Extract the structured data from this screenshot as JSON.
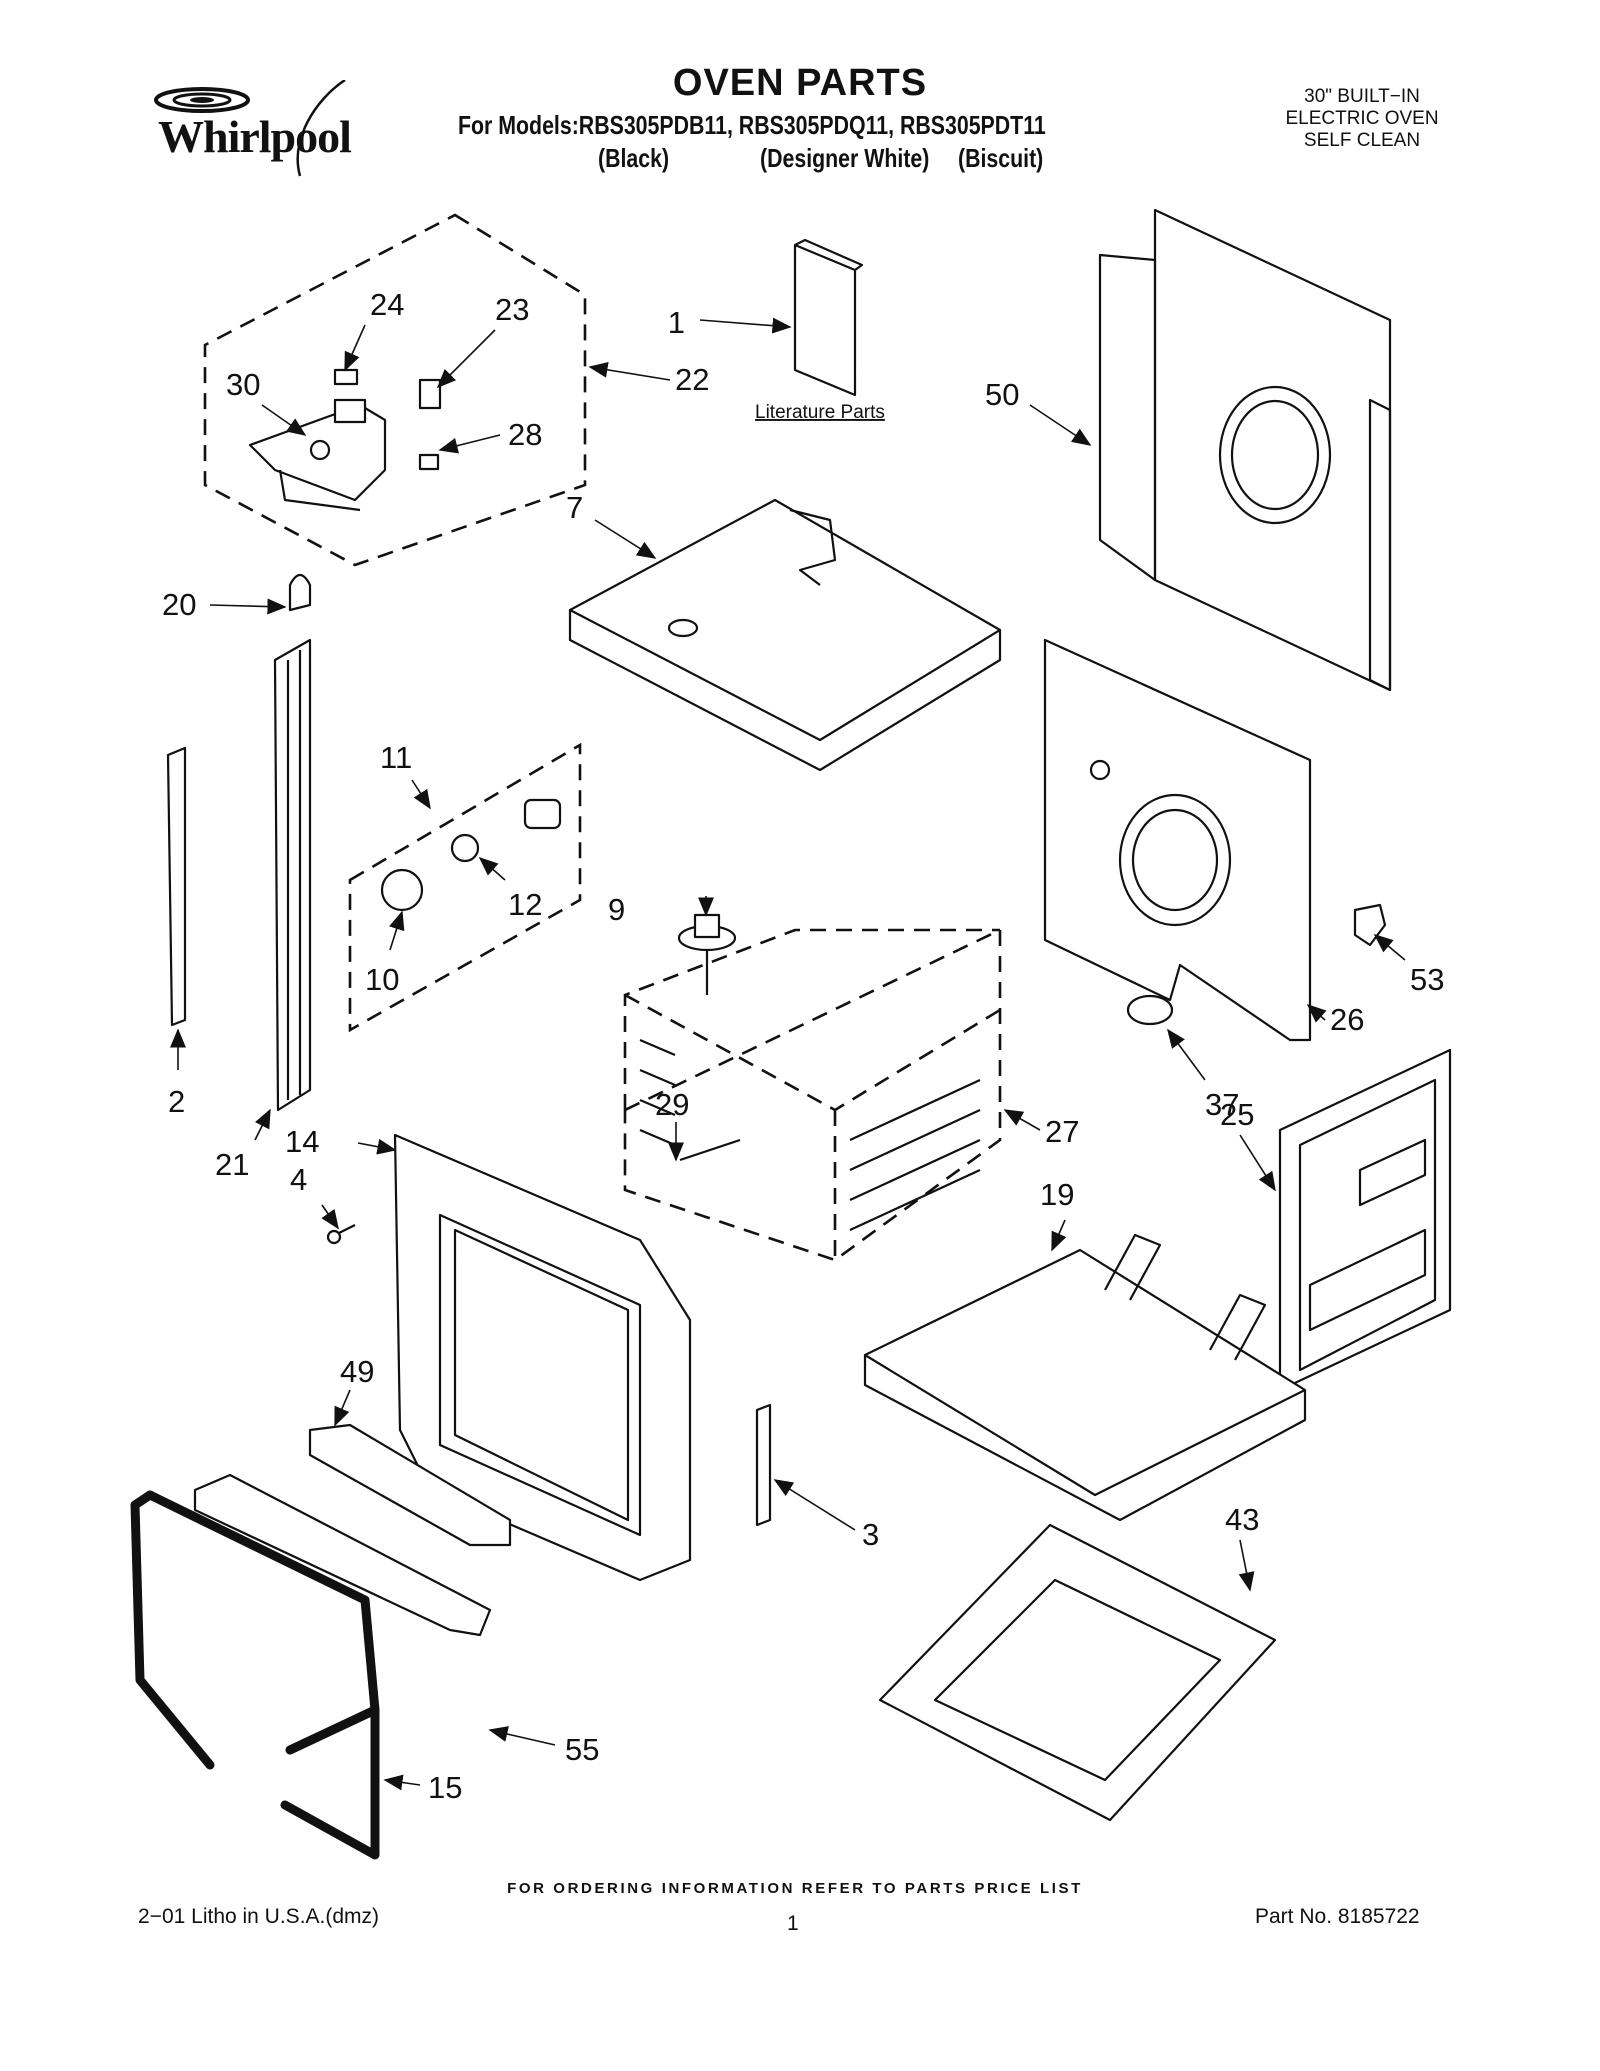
{
  "header": {
    "brand": "Whirlpool",
    "title": "OVEN PARTS",
    "models_line": "For Models:RBS305PDB11, RBS305PDQ11, RBS305PDT11",
    "variants": [
      "(Black)",
      "(Designer White)",
      "(Biscuit)"
    ],
    "spec_lines": [
      "30\" BUILT−IN",
      "ELECTRIC OVEN",
      "SELF CLEAN"
    ]
  },
  "literature_label": "Literature Parts",
  "callouts": [
    "1",
    "2",
    "3",
    "4",
    "7",
    "9",
    "10",
    "11",
    "12",
    "14",
    "15",
    "19",
    "20",
    "21",
    "22",
    "23",
    "24",
    "25",
    "26",
    "27",
    "28",
    "29",
    "30",
    "37",
    "43",
    "49",
    "50",
    "53",
    "55"
  ],
  "footer": {
    "ordering": "FOR ORDERING INFORMATION REFER TO PARTS PRICE LIST",
    "litho": "2−01 Litho in U.S.A.(dmz)",
    "page": "1",
    "part_no": "Part No. 8185722"
  }
}
